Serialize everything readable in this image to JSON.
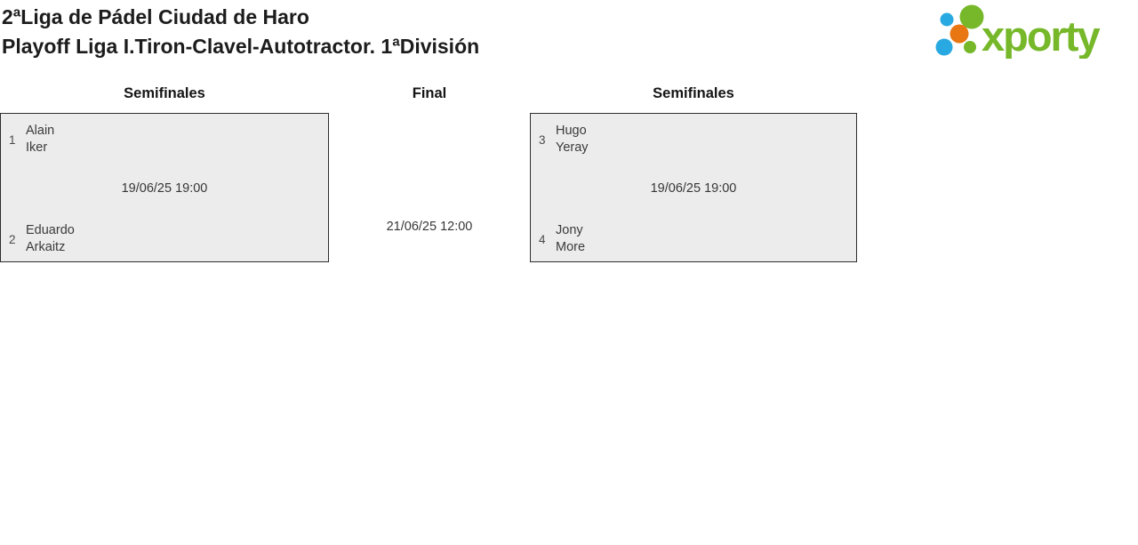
{
  "header": {
    "title_line1": "2ªLiga de Pádel Ciudad de Haro",
    "title_line2": "Playoff Liga I.Tiron-Clavel-Autotractor. 1ªDivisión"
  },
  "logo": {
    "text": "xporty",
    "colors": {
      "green": "#76b82a",
      "blue": "#29a9e1",
      "orange": "#e87613"
    }
  },
  "bracket": {
    "round_labels": [
      "Semifinales",
      "Final",
      "Semifinales"
    ],
    "semifinal_left": {
      "datetime": "19/06/25 19:00",
      "team_top": {
        "seed": "1",
        "players": [
          "Alain",
          "Iker"
        ]
      },
      "team_bottom": {
        "seed": "2",
        "players": [
          "Eduardo",
          "Arkaitz"
        ]
      }
    },
    "semifinal_right": {
      "datetime": "19/06/25 19:00",
      "team_top": {
        "seed": "3",
        "players": [
          "Hugo",
          "Yeray"
        ]
      },
      "team_bottom": {
        "seed": "4",
        "players": [
          "Jony",
          "More"
        ]
      }
    },
    "final": {
      "datetime": "21/06/25 12:00"
    }
  }
}
